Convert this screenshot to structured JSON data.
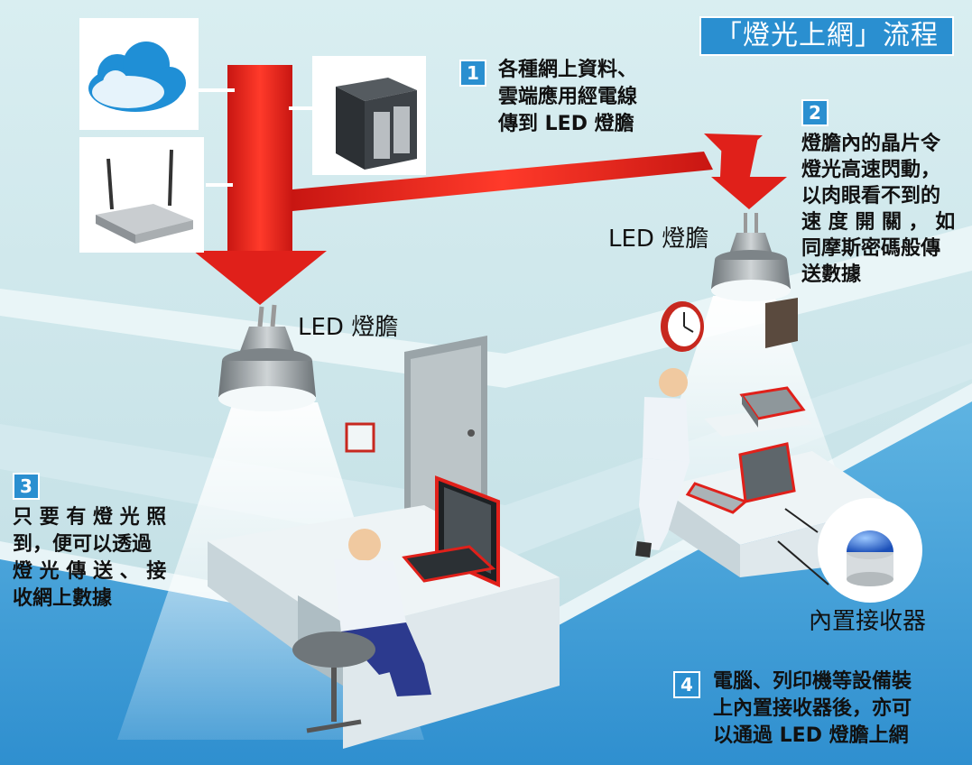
{
  "title": "「燈光上網」流程",
  "steps": [
    {
      "num": "1",
      "lines": [
        "各種網上資料、",
        "雲端應用經電線",
        "傳到 LED 燈膽"
      ]
    },
    {
      "num": "2",
      "lines": [
        "燈膽內的晶片令",
        "燈光高速閃動，",
        "以肉眼看不到的",
        "速 度 開 關 ， 如",
        "同摩斯密碼般傳",
        "送數據"
      ]
    },
    {
      "num": "3",
      "lines": [
        "只 要 有 燈 光 照",
        "到，便可以透過",
        "燈 光 傳 送 、 接",
        "收網上數據"
      ]
    },
    {
      "num": "4",
      "lines": [
        "電腦、列印機等設備裝",
        "上內置接收器後，亦可",
        "以通過 LED 燈膽上網"
      ]
    }
  ],
  "labels": {
    "led_bulb_right": "LED 燈膽",
    "led_bulb_left": "LED 燈膽",
    "receiver": "內置接收器"
  },
  "colors": {
    "title_bg": "#2a8fd0",
    "arrow_red": "#e0201a",
    "wall": "#cfe6ea",
    "floor": "#3f9ed8"
  },
  "icons": [
    "cloud-icon",
    "nas-server-icon",
    "wifi-router-icon",
    "led-bulb-icon",
    "receiver-icon",
    "clock-icon"
  ]
}
